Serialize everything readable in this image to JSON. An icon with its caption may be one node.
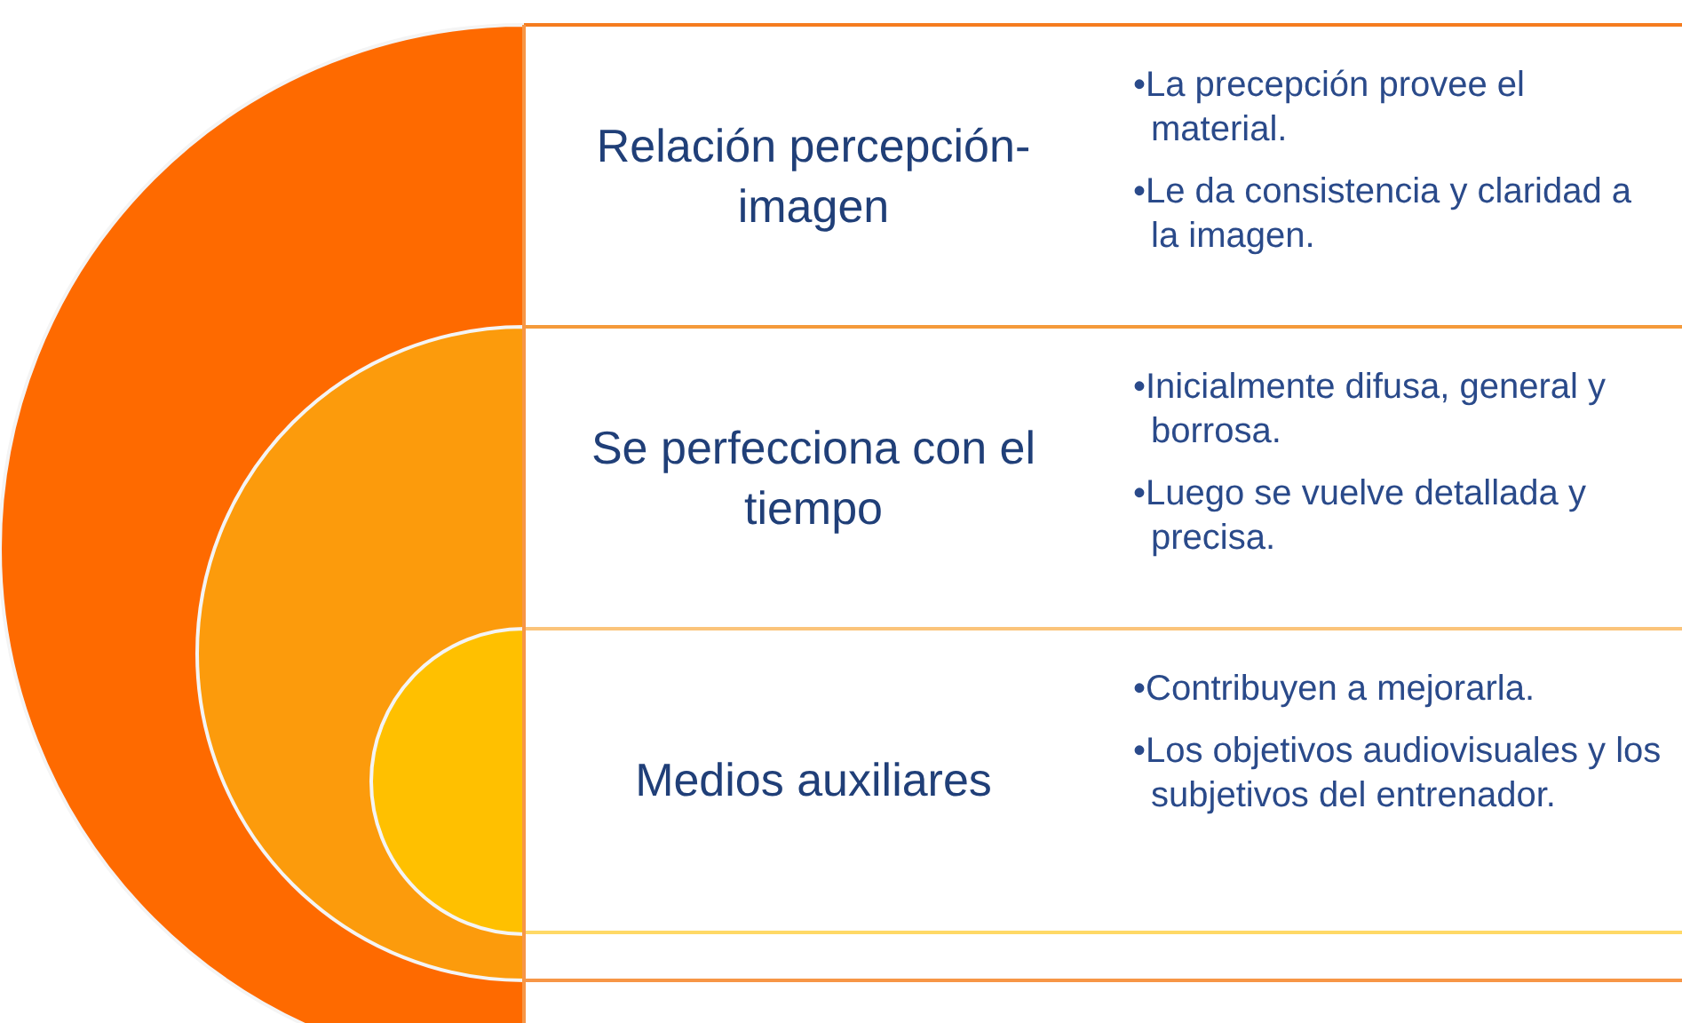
{
  "diagram": {
    "nodes": [
      {
        "text": [
          "Relación percepción-imagen",
          "•La precepción provee el material.",
          "•Le da consistencia y claridad a la imagen."
        ]
      },
      {
        "text": [
          "Se perfecciona con el tiempo",
          "•Inicialmente difusa, general y borrosa.",
          "•Luego se vuelve detallada y precisa."
        ]
      },
      {
        "text": [
          "Medios auxiliares",
          "•Contribuyen a mejorarla.",
          "•Los objetivos audiovisuales y los subjetivos del entrenador."
        ]
      }
    ]
  }
}
